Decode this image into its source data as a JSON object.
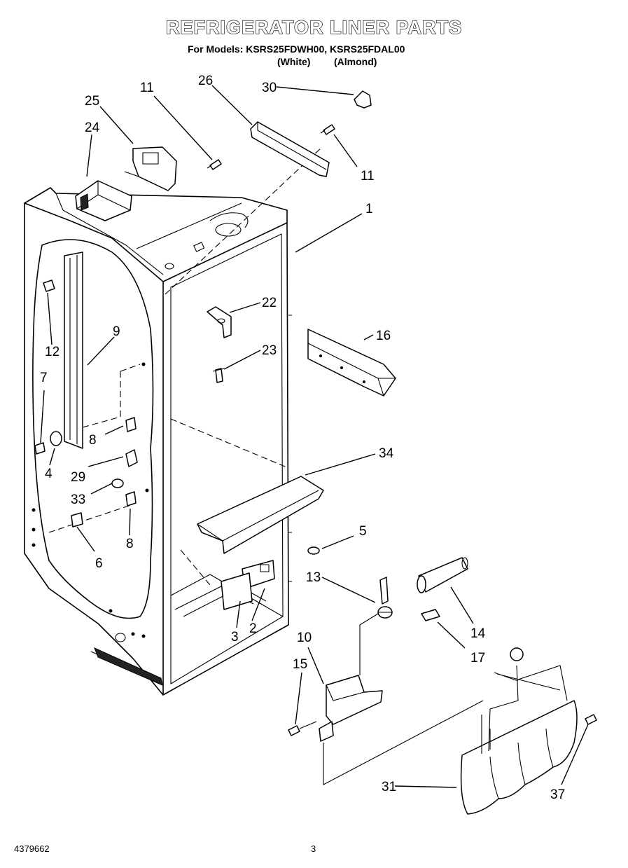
{
  "header": {
    "title": "REFRIGERATOR LINER PARTS",
    "models_line": "For Models: KSRS25FDWH00, KSRS25FDAL00",
    "variant_white": "(White)",
    "variant_almond": "(Almond)"
  },
  "footer": {
    "doc_number": "4379662",
    "page_number": "3"
  },
  "callouts": {
    "c1": "1",
    "c2": "2",
    "c3": "3",
    "c4": "4",
    "c5": "5",
    "c6": "6",
    "c7": "7",
    "c8a": "8",
    "c8b": "8",
    "c9": "9",
    "c10": "10",
    "c11a": "11",
    "c11b": "11",
    "c12": "12",
    "c13": "13",
    "c14": "14",
    "c15": "15",
    "c16": "16",
    "c17": "17",
    "c22": "22",
    "c23": "23",
    "c24": "24",
    "c25": "25",
    "c26": "26",
    "c29": "29",
    "c30": "30",
    "c31": "31",
    "c33": "33",
    "c34": "34",
    "c37": "37"
  }
}
